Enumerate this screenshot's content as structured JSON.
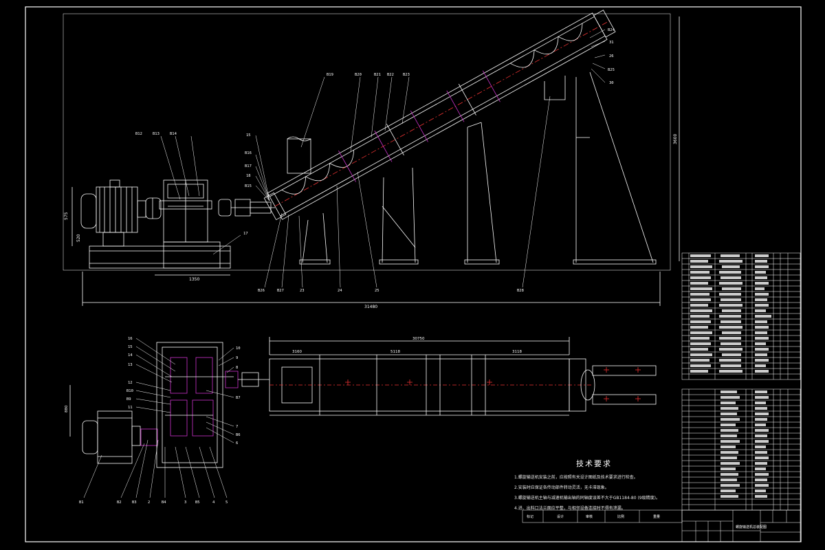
{
  "drawing": {
    "dimensions": {
      "overall_length": "31480",
      "motor_base_width": "1350",
      "motor_height": "575",
      "motor_base": "520",
      "trough_length": "30750",
      "trough_seg_1": "3160",
      "trough_seg_2": "5118",
      "trough_seg_3": "3118",
      "right_height": "3600",
      "plan_offset": "880"
    },
    "elevation_callouts": [
      "B12",
      "B13",
      "B14",
      "15",
      "B16",
      "B17",
      "18",
      "B15",
      "B19",
      "B20",
      "B21",
      "B22",
      "B23",
      "B24",
      "31",
      "26",
      "B25",
      "30",
      "17",
      "B26",
      "B27",
      "23",
      "24",
      "25",
      "B28"
    ],
    "plan_callouts": [
      "16",
      "15",
      "14",
      "13",
      "12",
      "B10",
      "B9",
      "11",
      "10",
      "9",
      "8",
      "B7",
      "7",
      "B6",
      "6",
      "B1",
      "B2",
      "B3",
      "2",
      "B4",
      "3",
      "B5",
      "4",
      "5"
    ],
    "technical_requirements": {
      "title": "技术要求",
      "notes": [
        "1.螺旋输送机安装之前，应按照有关设计图纸及技术要求进行检查。",
        "2.安装时应保证各传动部件转动灵活，无卡滞现象。",
        "3.螺旋输送机主轴与减速机输出轴的同轴度误差不大于GB1184-80 (9级精度)。",
        "4.进、出料口法兰面应平整，与相邻设备连接时不得有泄漏。"
      ]
    },
    "title_block": {
      "drawing_name": "螺旋输送机总装配图",
      "labels": [
        "标记",
        "设计",
        "审核",
        "比例",
        "重量"
      ]
    }
  }
}
